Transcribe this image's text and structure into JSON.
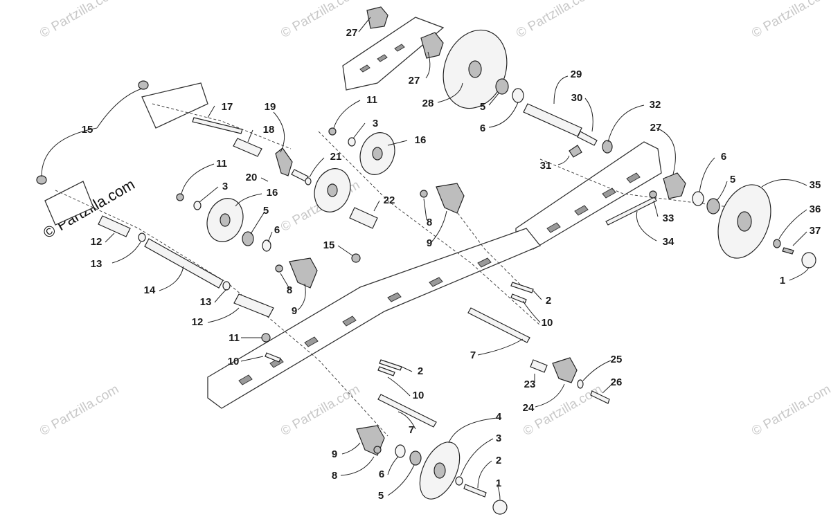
{
  "brand": "© Partzilla.com",
  "watermark": "© Partzilla.com",
  "callouts": [
    {
      "id": "c27a",
      "text": "27"
    },
    {
      "id": "c27b",
      "text": "27"
    },
    {
      "id": "c28",
      "text": "28"
    },
    {
      "id": "c5a",
      "text": "5"
    },
    {
      "id": "c6a",
      "text": "6"
    },
    {
      "id": "c29",
      "text": "29"
    },
    {
      "id": "c30",
      "text": "30"
    },
    {
      "id": "c32",
      "text": "32"
    },
    {
      "id": "c27c",
      "text": "27"
    },
    {
      "id": "c31",
      "text": "31"
    },
    {
      "id": "c6b",
      "text": "6"
    },
    {
      "id": "c5b",
      "text": "5"
    },
    {
      "id": "c35",
      "text": "35"
    },
    {
      "id": "c36",
      "text": "36"
    },
    {
      "id": "c37",
      "text": "37"
    },
    {
      "id": "c1a",
      "text": "1"
    },
    {
      "id": "c33",
      "text": "33"
    },
    {
      "id": "c34",
      "text": "34"
    },
    {
      "id": "c17",
      "text": "17"
    },
    {
      "id": "c19",
      "text": "19"
    },
    {
      "id": "c18",
      "text": "18"
    },
    {
      "id": "c15a",
      "text": "15"
    },
    {
      "id": "c11a",
      "text": "11"
    },
    {
      "id": "c3a",
      "text": "3"
    },
    {
      "id": "c16a",
      "text": "16"
    },
    {
      "id": "c21",
      "text": "21"
    },
    {
      "id": "c20",
      "text": "20"
    },
    {
      "id": "c11b",
      "text": "11"
    },
    {
      "id": "c3b",
      "text": "3"
    },
    {
      "id": "c16b",
      "text": "16"
    },
    {
      "id": "c22",
      "text": "22"
    },
    {
      "id": "c8a",
      "text": "8"
    },
    {
      "id": "c9a",
      "text": "9"
    },
    {
      "id": "c5c",
      "text": "5"
    },
    {
      "id": "c6c",
      "text": "6"
    },
    {
      "id": "c12a",
      "text": "12"
    },
    {
      "id": "c13a",
      "text": "13"
    },
    {
      "id": "c15b",
      "text": "15"
    },
    {
      "id": "c14",
      "text": "14"
    },
    {
      "id": "c8b",
      "text": "8"
    },
    {
      "id": "c9b",
      "text": "9"
    },
    {
      "id": "c13b",
      "text": "13"
    },
    {
      "id": "c12b",
      "text": "12"
    },
    {
      "id": "c2a",
      "text": "2"
    },
    {
      "id": "c10a",
      "text": "10"
    },
    {
      "id": "c11c",
      "text": "11"
    },
    {
      "id": "c10b",
      "text": "10"
    },
    {
      "id": "c7a",
      "text": "7"
    },
    {
      "id": "c2b",
      "text": "2"
    },
    {
      "id": "c10c",
      "text": "10"
    },
    {
      "id": "c25",
      "text": "25"
    },
    {
      "id": "c23",
      "text": "23"
    },
    {
      "id": "c26",
      "text": "26"
    },
    {
      "id": "c24",
      "text": "24"
    },
    {
      "id": "c7b",
      "text": "7"
    },
    {
      "id": "c4",
      "text": "4"
    },
    {
      "id": "c3c",
      "text": "3"
    },
    {
      "id": "c9c",
      "text": "9"
    },
    {
      "id": "c2c",
      "text": "2"
    },
    {
      "id": "c8c",
      "text": "8"
    },
    {
      "id": "c6d",
      "text": "6"
    },
    {
      "id": "c1b",
      "text": "1"
    },
    {
      "id": "c5d",
      "text": "5"
    }
  ]
}
